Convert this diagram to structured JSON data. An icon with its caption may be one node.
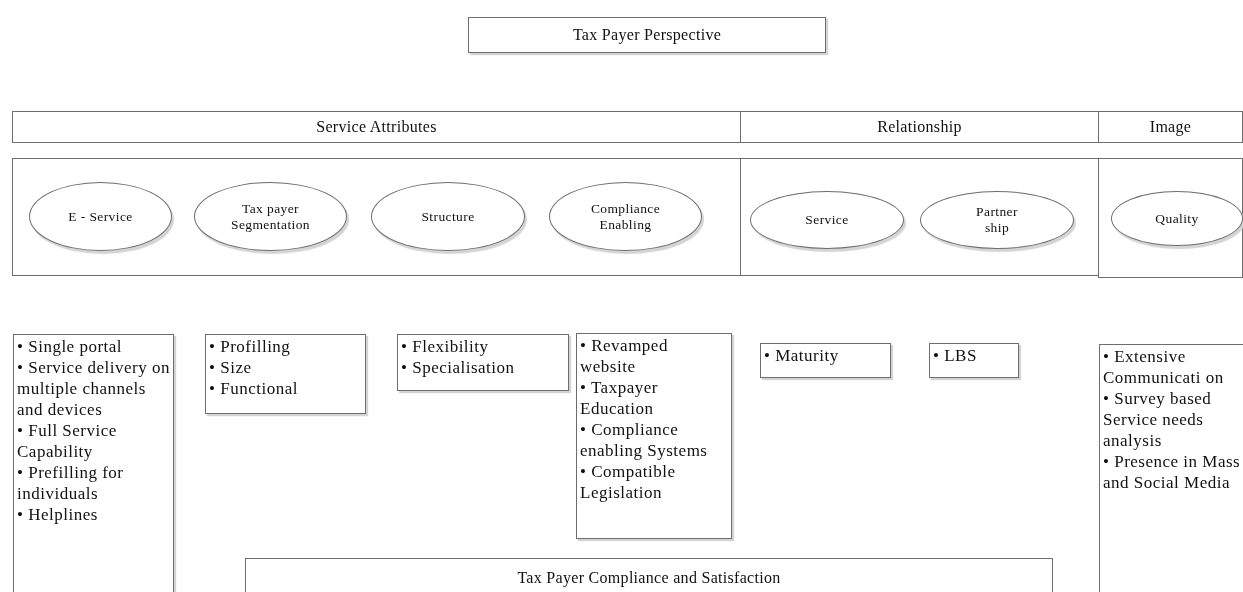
{
  "diagram": {
    "nodes": [
      {
        "text": [
          "Tax Payer Perspective"
        ]
      },
      {
        "text": [
          "Service Attributes"
        ]
      },
      {
        "text": [
          "Relationship"
        ]
      },
      {
        "text": [
          "Image"
        ]
      },
      {
        "text": [],
        "shape": "box"
      },
      {
        "text": [
          "E - Service"
        ],
        "in": 4
      },
      {
        "text": [
          "Tax payer Segmentation"
        ],
        "in": 4
      },
      {
        "text": [
          "Structure"
        ],
        "in": 4
      },
      {
        "text": [
          "Compliance Enabling"
        ],
        "in": 4
      },
      {
        "text": [],
        "shape": "box"
      },
      {
        "text": [
          "Service"
        ],
        "in": 9
      },
      {
        "text": [
          "Partner ship"
        ],
        "in": 9
      },
      {
        "text": [],
        "shape": "box"
      },
      {
        "text": [
          "Quality"
        ],
        "in": 12
      },
      {
        "text": [
          "• Single portal",
          "• Service delivery on multiple channels and devices",
          "• Full Service Capability",
          "• Prefilling for individuals",
          "• Helplines"
        ]
      },
      {
        "text": [
          "• Profilling",
          "• Size",
          "• Functional"
        ]
      },
      {
        "text": [
          "• Flexibility",
          "• Specialisation"
        ]
      },
      {
        "text": [
          "• Revamped website",
          "• Taxpayer Education",
          "• Compliance enabling Systems",
          "• Compatible Legislation"
        ]
      },
      {
        "text": [
          "• Maturity"
        ]
      },
      {
        "text": [
          "• LBS"
        ]
      },
      {
        "text": [
          "• Extensive Communicati on",
          "•  Survey based Service needs analysis",
          "• Presence in Mass and Social Media"
        ]
      },
      {
        "text": [
          "Tax Payer Compliance and Satisfaction"
        ]
      }
    ],
    "edges": []
  }
}
